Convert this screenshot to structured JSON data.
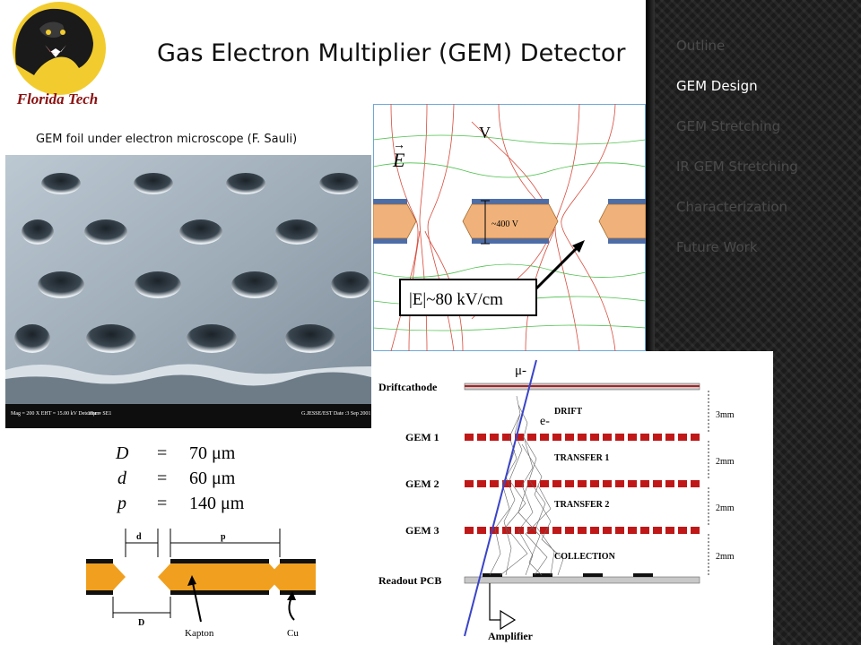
{
  "slide": {
    "title": "Gas Electron Multiplier (GEM) Detector",
    "logo_text": "Florida Tech",
    "micrograph_caption": "GEM foil under electron microscope (F. Sauli)"
  },
  "nav": {
    "items": [
      {
        "label": "Outline",
        "active": false
      },
      {
        "label": "GEM Design",
        "active": true
      },
      {
        "label": "GEM Stretching",
        "active": false
      },
      {
        "label": "IR GEM Stretching",
        "active": false
      },
      {
        "label": "Characterization",
        "active": false
      },
      {
        "label": "Future Work",
        "active": false
      }
    ]
  },
  "micrograph": {
    "info_left": "Mag = 200 X\nEHT = 15.00 kV\nDetector = SE1",
    "scale": "30μm",
    "info_right": "G.JESSE/EST\nDate :3 Sep 2001"
  },
  "field_map": {
    "voltage_label": "V",
    "e_vector_label": "E",
    "voltage_diff": "~400 V",
    "field_strength": "|E|~80 kV/cm"
  },
  "dimensions": {
    "D": {
      "symbol": "D",
      "value": "70 μm"
    },
    "d": {
      "symbol": "d",
      "value": "60 μm"
    },
    "p": {
      "symbol": "p",
      "value": "140 μm"
    }
  },
  "foil_diagram": {
    "label_d": "d",
    "label_p": "p",
    "label_D": "D",
    "label_kapton": "Kapton",
    "label_cu": "Cu"
  },
  "triple_gem": {
    "muon": "μ-",
    "electron": "e-",
    "drift_cathode": "Driftcathode",
    "gem1": "GEM 1",
    "gem2": "GEM 2",
    "gem3": "GEM 3",
    "readout": "Readout PCB",
    "drift": "DRIFT",
    "transfer1": "TRANSFER 1",
    "transfer2": "TRANSFER 2",
    "collection": "COLLECTION",
    "gap_drift": "3mm",
    "gap_t1": "2mm",
    "gap_t2": "2mm",
    "gap_coll": "2mm",
    "amplifier": "Amplifier"
  },
  "colors": {
    "kapton": "#f0a01e",
    "copper": "#111111",
    "muon_track": "#3a44c8",
    "gem_layer": "#c01818",
    "sidebar_active": "#ffffff",
    "sidebar_inactive": "#4a4a4a"
  }
}
